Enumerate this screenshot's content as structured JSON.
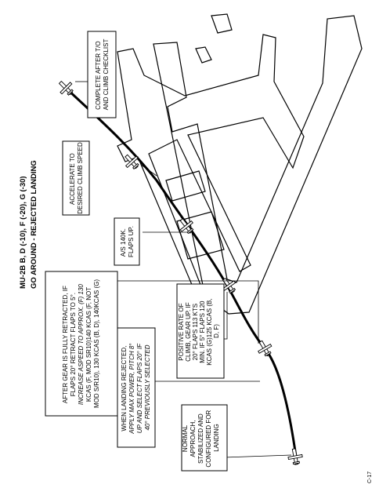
{
  "header": {
    "line1": "MU-2B B, D (-10), F (-20), G (-30)",
    "line2": "GO AROUND - REJECTED LANDING"
  },
  "page_number": "C-17",
  "steps": [
    {
      "id": "approach",
      "lines": [
        "NORMAL",
        "APPROACH,",
        "STABILIZED AND",
        "CONFIGURED FOR",
        "LANDING"
      ]
    },
    {
      "id": "rejected",
      "lines": [
        "WHEN  LANDING REJECTED,",
        "APPLY MAX POWER, PITCH 8°",
        "UP AND SELECT FLAPS 20° IF",
        "40° PREVIOUSLY SELECTED"
      ]
    },
    {
      "id": "gear",
      "lines": [
        "AFTER GEAR IS FULLY RETRACTED, IF",
        "FLAPS 20° RETRACT FLAPS TO 5°.",
        "INCREASE ASPEED TO APPROX. (F) 130",
        "KCAS (F, MOD SR10)140 KCAS (F, NOT",
        "MOD S/R10), 130 KCAS (B, D), 140KCAS (G)"
      ]
    },
    {
      "id": "positive",
      "lines": [
        "POSITIVE RATE OF",
        "CLIMB, GEAR UP. IF",
        "20° FLAPS 113 KTS",
        "MIN. IF 5° FLAPS 120",
        "KCAS (G)125 KCAS (B,",
        "D, F)"
      ]
    },
    {
      "id": "as140",
      "lines": [
        "A/S 140K.",
        "FLAPS UP."
      ]
    },
    {
      "id": "accelerate",
      "lines": [
        "ACCELERATE TO",
        "DESIRED CLIMB SPEED"
      ]
    },
    {
      "id": "complete",
      "lines": [
        "COMPLETE AFTER T/O",
        "AND CLIMB CHECKLIST"
      ]
    }
  ]
}
